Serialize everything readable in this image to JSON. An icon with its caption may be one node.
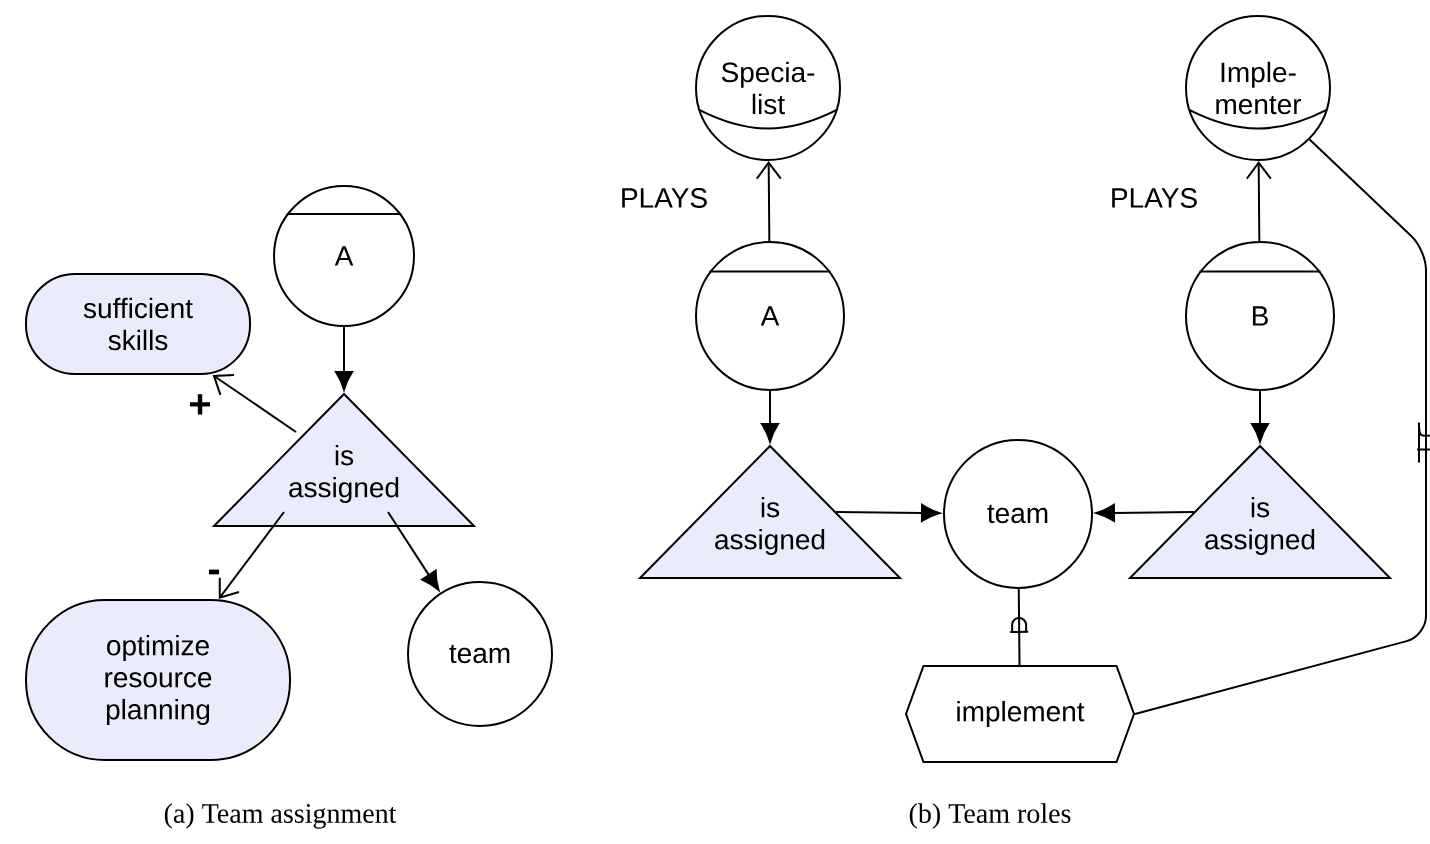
{
  "diagram": {
    "nodes": [
      {
        "text": [
          "A"
        ]
      },
      {
        "text": [
          "sufficient skills"
        ]
      },
      {
        "text": [
          "is assigned"
        ]
      },
      {
        "text": [
          "optimize resource planning"
        ]
      },
      {
        "text": [
          "team"
        ]
      },
      {
        "text": [
          "Specia- list"
        ]
      },
      {
        "text": [
          "A"
        ]
      },
      {
        "text": [
          "is assigned"
        ]
      },
      {
        "text": [
          "team"
        ]
      },
      {
        "text": [
          "Imple- menter"
        ]
      },
      {
        "text": [
          "B"
        ]
      },
      {
        "text": [
          "is assigned"
        ]
      },
      {
        "text": [
          "implement"
        ]
      }
    ],
    "edges": [
      {
        "from": 0,
        "to": 2,
        "arrow": "to"
      },
      {
        "from": 2,
        "to": 1,
        "arrow": "to",
        "label": "+"
      },
      {
        "from": 2,
        "to": 3,
        "arrow": "to",
        "label": "-"
      },
      {
        "from": 2,
        "to": 4,
        "arrow": "to"
      },
      {
        "from": 6,
        "to": 5,
        "arrow": "to",
        "label": "PLAYS"
      },
      {
        "from": 6,
        "to": 7,
        "arrow": "to"
      },
      {
        "from": 7,
        "to": 8,
        "arrow": "to"
      },
      {
        "from": 10,
        "to": 9,
        "arrow": "to",
        "label": "PLAYS"
      },
      {
        "from": 10,
        "to": 11,
        "arrow": "to"
      },
      {
        "from": 11,
        "to": 8,
        "arrow": "to"
      },
      {
        "from": 8,
        "to": 12,
        "arrow": "none"
      },
      {
        "from": 9,
        "to": 12,
        "arrow": "none"
      }
    ],
    "labels": [
      "(a) Team assignment",
      "(b) Team roles"
    ]
  }
}
